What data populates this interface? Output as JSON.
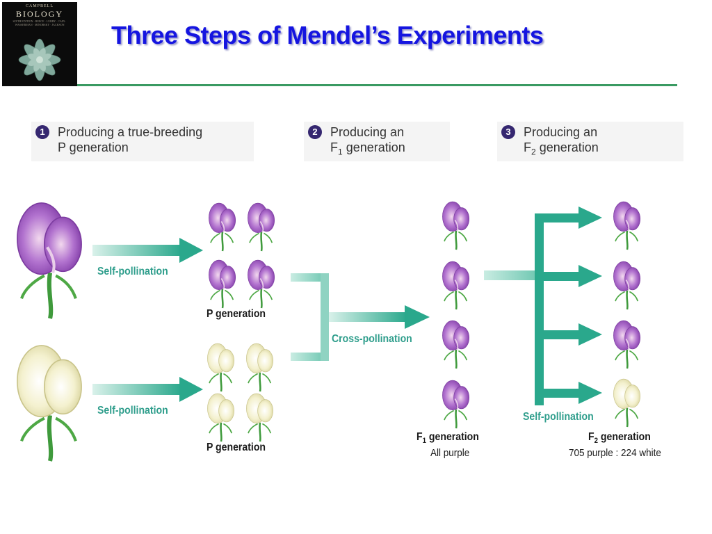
{
  "slide": {
    "title": "Three Steps of Mendel’s Experiments"
  },
  "book": {
    "publisher": "CAMPBELL",
    "title": "BIOLOGY",
    "subtitle": "SIXTH EDITION · REECE · LURRY · CAIN · WASSERMAN · MINORSKY · JACKSON"
  },
  "steps": [
    {
      "number": "1",
      "line1": "Producing a true-breeding",
      "line2": "P generation"
    },
    {
      "number": "2",
      "line1": "Producing an",
      "line2_main": "F",
      "line2_sub": "1",
      "line2_rest": " generation"
    },
    {
      "number": "3",
      "line1": "Producing an",
      "line2_main": "F",
      "line2_sub": "2",
      "line2_rest": " generation"
    }
  ],
  "labels": {
    "self_pollination_top": "Self-pollination",
    "self_pollination_bottom": "Self-pollination",
    "cross_pollination": "Cross-pollination",
    "self_pollination_f2": "Self-pollination",
    "p_generation_top": "P generation",
    "p_generation_bottom": "P generation",
    "f1_main": "F",
    "f1_sub": "1",
    "f1_rest": " generation",
    "f1_note": "All purple",
    "f2_main": "F",
    "f2_sub": "2",
    "f2_rest": " generation",
    "f2_note": "705 purple : 224 white"
  },
  "colors": {
    "purple_flower": "#a15bc4",
    "white_flower": "#f2efc8",
    "arrow": "#2aa88c",
    "title": "#1515e0",
    "step_badge": "#352770"
  }
}
